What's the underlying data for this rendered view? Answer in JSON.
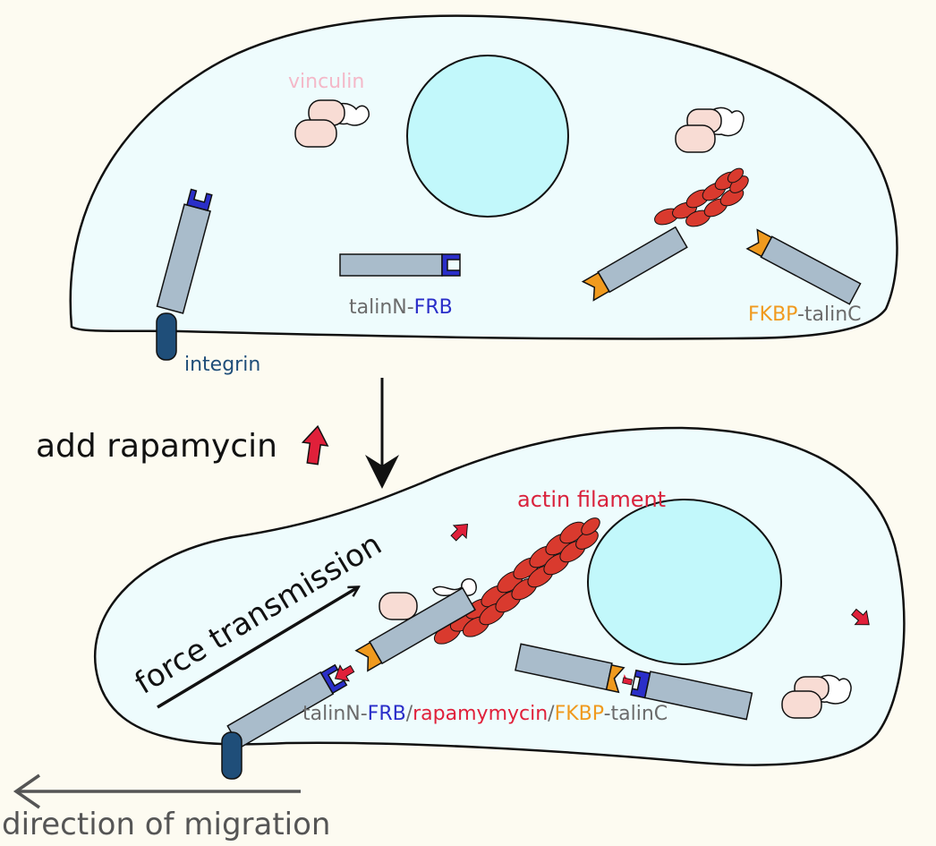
{
  "labels": {
    "vinculin": "vinculin",
    "talinN_FRB": {
      "talinN": "talinN-",
      "frb": "FRB"
    },
    "fkbp_talinC": {
      "fkbp": "FKBP",
      "talinC": "-talinC"
    },
    "integrin": "integrin",
    "add_rapamycin": "add rapamycin",
    "actin_filament": "actin filament",
    "force_transmission": "force transmission",
    "complex": {
      "talinN": "talinN-",
      "frb": "FRB",
      "slash1": "/",
      "rapamycin": "rapamymycin",
      "slash2": "/",
      "fkbp": "FKBP",
      "talinC": "-talinC"
    },
    "direction_of_migration": "direction of migration"
  },
  "colors": {
    "background": "#fdfbf1",
    "cell_fill": "#eefcfd",
    "nucleus": "#c2f8fb",
    "talin": "#a9bccb",
    "frb": "#2a2ec9",
    "fkbp": "#f09a1e",
    "rapamycin": "#e0203a",
    "actin": "#d93a2e",
    "integrin": "#1f4e79",
    "vinculin_fill": "#f8dcd4",
    "vinculin_text": "#f4b8c8",
    "text_gray": "#6b6b6b",
    "arrow_gray": "#555555"
  }
}
